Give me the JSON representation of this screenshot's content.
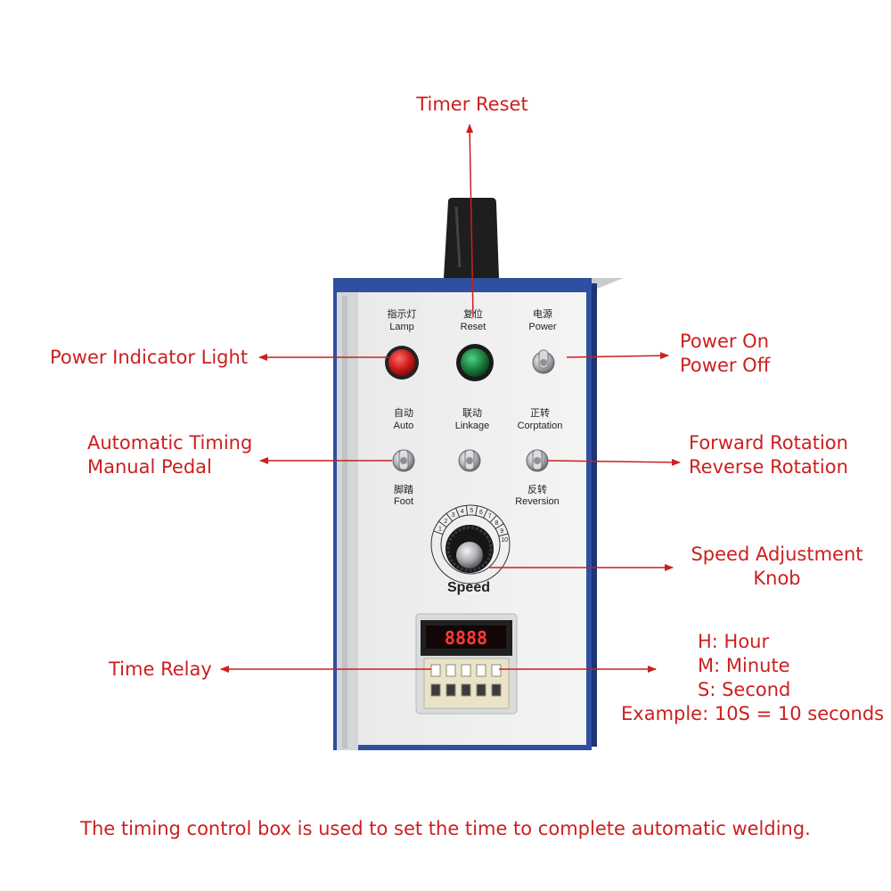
{
  "annotations": {
    "timer_reset": "Timer Reset",
    "power_indicator": "Power Indicator Light",
    "power_switch": [
      "Power On",
      "Power Off"
    ],
    "auto_manual": [
      "Automatic Timing",
      "Manual Pedal"
    ],
    "rotation": [
      "Forward Rotation",
      "Reverse Rotation"
    ],
    "speed_knob": [
      "Speed Adjustment",
      "Knob"
    ],
    "time_relay": "Time Relay",
    "relay_legend": [
      "H: Hour",
      "M: Minute",
      "S: Second",
      "Example: 10S = 10 seconds"
    ]
  },
  "panel": {
    "lamp_cn": "指示灯",
    "lamp_en": "Lamp",
    "reset_cn": "复位",
    "reset_en": "Reset",
    "power_cn": "电源",
    "power_en": "Power",
    "auto_cn": "自动",
    "auto_en": "Auto",
    "linkage_cn": "联动",
    "linkage_en": "Linkage",
    "corptation_cn": "正转",
    "corptation_en": "Corptation",
    "foot_cn": "脚踏",
    "foot_en": "Foot",
    "reversion_cn": "反转",
    "reversion_en": "Reversion",
    "speed_label": "Speed",
    "dial_numbers": [
      "1",
      "2",
      "3",
      "4",
      "5",
      "6",
      "7",
      "8",
      "9",
      "10"
    ],
    "relay_display": "8888"
  },
  "caption": "The timing control box is used to set the time to complete automatic welding.",
  "colors": {
    "annotation": "#cc1f1f",
    "box_blue": "#2f4fa0",
    "lamp_red": "#c81818",
    "reset_green": "#1a7a3a"
  }
}
